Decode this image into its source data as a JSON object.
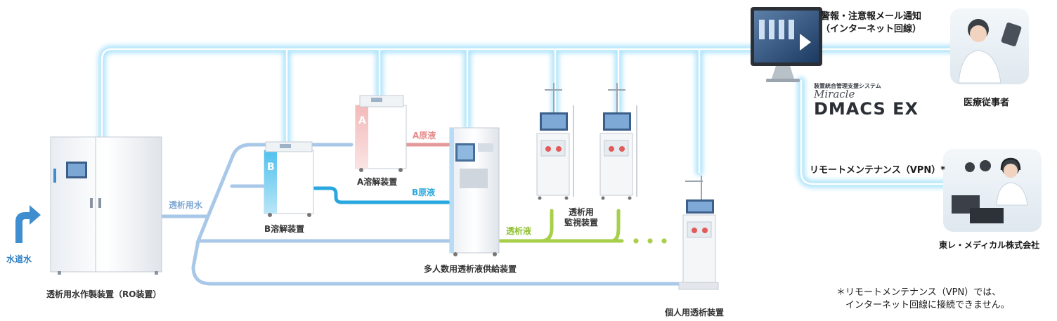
{
  "labels": {
    "tap_water": "水道水",
    "ro_unit": "透析用水作製装置（RO装置）",
    "dialysis_water": "透析用水",
    "b_dissolver": "B溶解装置",
    "a_dissolver": "A溶解装置",
    "a_concentrate": "A原液",
    "b_concentrate": "B原液",
    "multi_supply": "多人数用透析液供給装置",
    "dialysate": "透析液",
    "monitor_unit": "透析用\n監視装置",
    "personal_unit": "個人用透析装置",
    "alert_mail": "警報・注意報メール通知\n（インターネット回線）",
    "system_caption": "装置統合管理支援システム",
    "brand_script": "Miracle",
    "brand_name": "DMACS EX",
    "medical_staff": "医療従事者",
    "remote_maintenance": "リモートメンテナンス（VPN）*",
    "company": "東レ・メディカル株式会社",
    "footnote": "＊リモートメンテナンス（VPN）では、\n　インターネット回線に接続できません。",
    "a_tag": "A",
    "b_tag": "B"
  },
  "colors": {
    "glow": "#aee4fb",
    "glow_core": "#ffffff",
    "water_pipe": "#a9c8e8",
    "a_pipe": "#e59a9a",
    "b_pipe": "#29a7de",
    "dialysate_pipe": "#a7cf4a",
    "tap_arrow": "#3f8fd0",
    "a_tag": "#e88d8d",
    "b_tag": "#29a7de"
  },
  "icons": [
    "tap-water-arrow-icon",
    "monitor-icon",
    "tablet-icon",
    "headset-icon"
  ]
}
